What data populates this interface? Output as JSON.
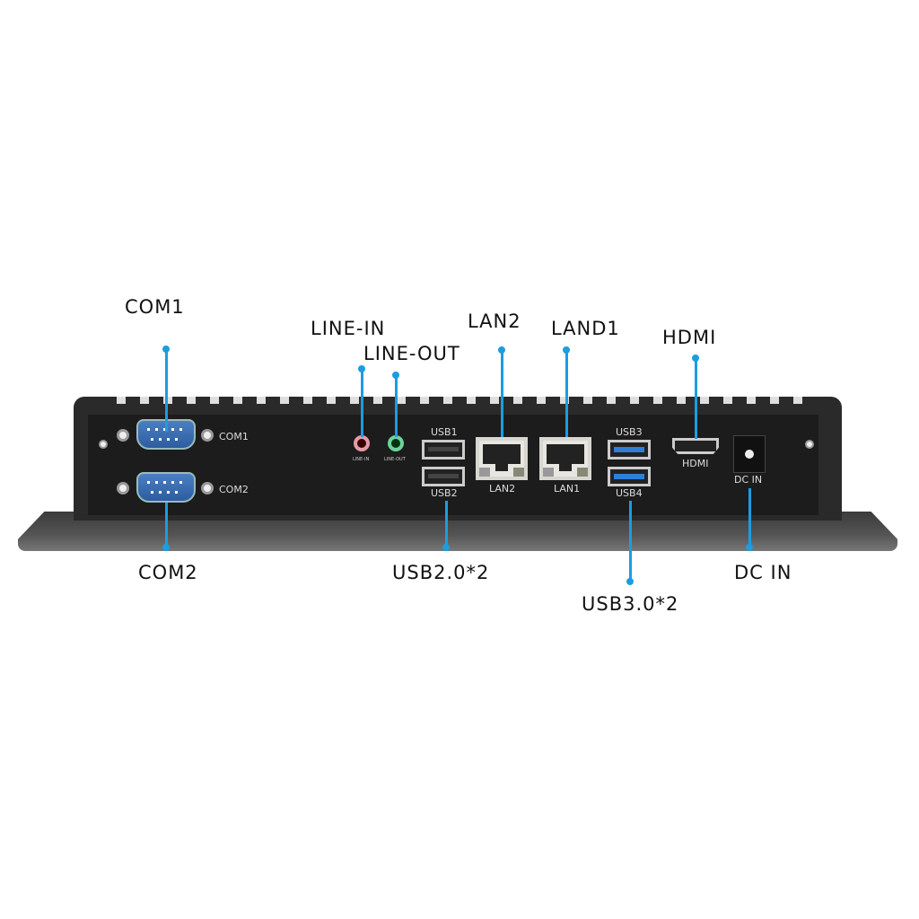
{
  "callouts": {
    "com1": "COM1",
    "line_in": "LINE-IN",
    "line_out": "LINE-OUT",
    "lan2": "LAN2",
    "land1": "LAND1",
    "hdmi": "HDMI",
    "com2": "COM2",
    "usb20": "USB2.0*2",
    "usb30": "USB3.0*2",
    "dc_in": "DC IN"
  },
  "port_labels": {
    "com1": "COM1",
    "com2": "COM2",
    "line_in": "LINE-IN",
    "line_out": "LINE-OUT",
    "usb1": "USB1",
    "usb2": "USB2",
    "lan2": "LAN2",
    "lan1": "LAN1",
    "usb3": "USB3",
    "usb4": "USB4",
    "hdmi": "HDMI",
    "dc_in": "DC IN"
  },
  "colors": {
    "callout_line": "#1b9de0",
    "line_in": "#e79aa6",
    "line_out": "#6fd29a",
    "usb3_tongue": "#2f7fd8",
    "com_port": "#3a6fb4"
  }
}
